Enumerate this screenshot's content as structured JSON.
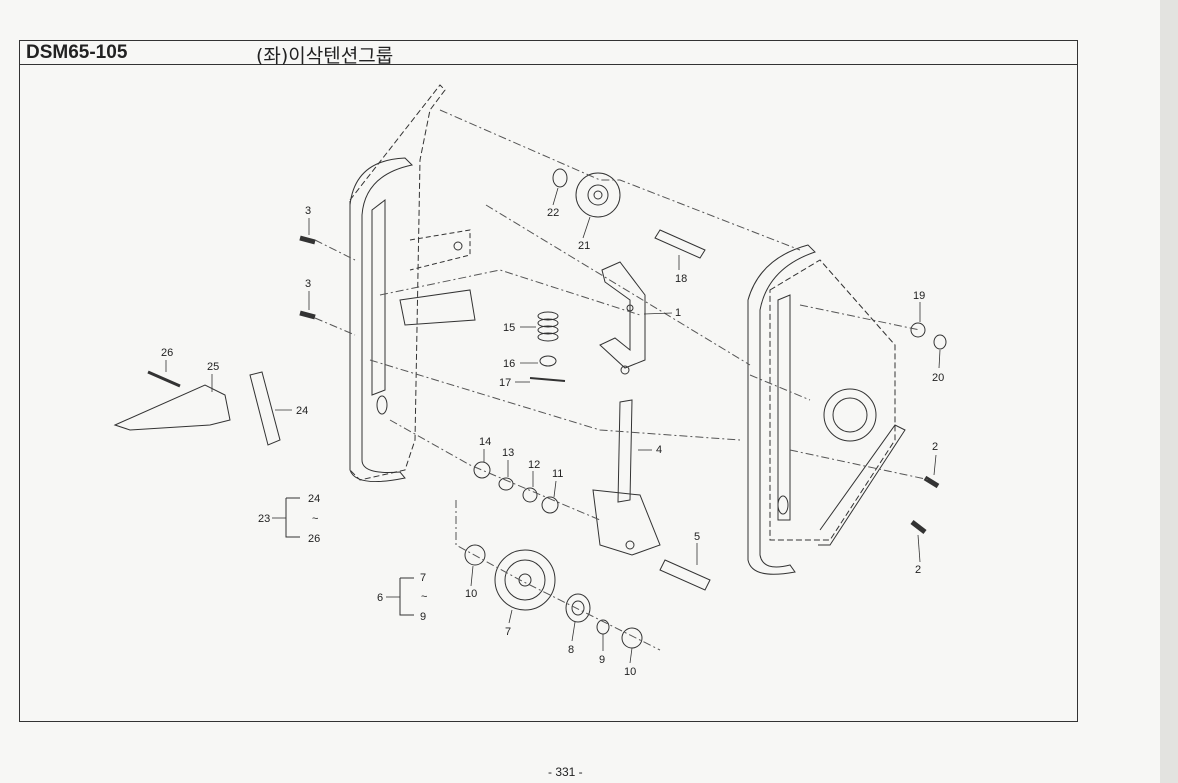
{
  "header": {
    "model": "DSM65-105",
    "title": "(좌)이삭텐션그룹"
  },
  "labels": {
    "p1": "1",
    "p2a": "2",
    "p2b": "2",
    "p3a": "3",
    "p3b": "3",
    "p4": "4",
    "p5": "5",
    "p6": "6",
    "p7": "7",
    "p8": "8",
    "p9": "9",
    "p10a": "10",
    "p10b": "10",
    "p11": "11",
    "p12": "12",
    "p13": "13",
    "p14": "14",
    "p15": "15",
    "p16": "16",
    "p17": "17",
    "p18": "18",
    "p19": "19",
    "p20": "20",
    "p21": "21",
    "p22": "22",
    "p23": "23",
    "p24": "24",
    "p25": "25",
    "p26": "26",
    "g6_top": "7",
    "g6_mid": "~",
    "g6_bot": "9",
    "g23_top": "24",
    "g23_mid": "~",
    "g23_bot": "26"
  },
  "footer": {
    "page": "- 331 -"
  }
}
